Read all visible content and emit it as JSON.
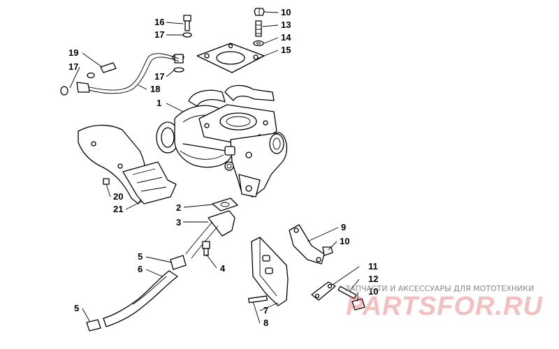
{
  "diagram": {
    "callouts": [
      "1",
      "2",
      "3",
      "4",
      "5",
      "6",
      "5",
      "7",
      "8",
      "9",
      "10",
      "11",
      "12",
      "10",
      "10",
      "13",
      "14",
      "15",
      "16",
      "17",
      "17",
      "17",
      "18",
      "19",
      "20",
      "21"
    ]
  },
  "watermark": {
    "caption": "ЗАПЧАСТИ И АКСЕССУАРЫ ДЛЯ МОТОТЕХНИКИ",
    "logo": "PARTSFOR.RU",
    "color": "#d9302f"
  }
}
